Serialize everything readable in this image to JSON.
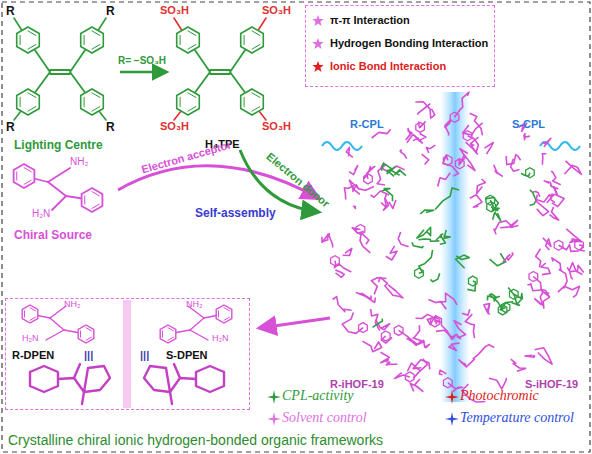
{
  "diagram": {
    "caption": "Crystalline chiral ionic hydrogen-bonded organic frameworks",
    "nodes": [
      {
        "text": [
          "π-π Interaction",
          "Hydrogen Bonding Interaction",
          "Ionic Bond Interaction"
        ]
      },
      {
        "text": [
          "NH₂",
          "H₂N",
          "R-DPEN",
          "|||",
          "NH₂",
          "H₂N",
          "|||",
          "S-DPEN"
        ]
      }
    ],
    "labels": [
      "R",
      "R",
      "R",
      "R",
      "Lighting Centre",
      "R= −SO₃H",
      "SO₃H",
      "SO₃H",
      "SO₃H",
      "SO₃H",
      "H₄TPE",
      "NH₂",
      "H₂N",
      "Chiral Source",
      "Electron acceptor",
      "Electron donor",
      "Self-assembly",
      "R-CPL",
      "S-CPL",
      "R-iHOF-19",
      "S-iHOF-19",
      "CPL-activity",
      "Photochromic",
      "Solvent control",
      "Temperature control"
    ]
  }
}
